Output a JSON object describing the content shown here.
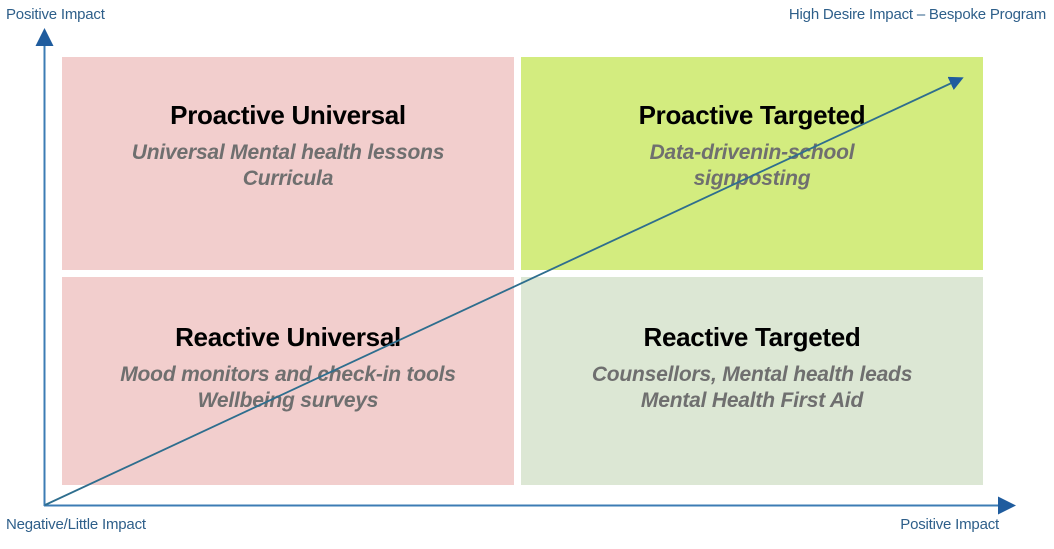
{
  "diagram": {
    "title_label": "High Desire Impact – Bespoke Program",
    "axes": {
      "y_top_label": "Positive Impact",
      "x_left_label": "Negative/Little Impact",
      "x_right_label": "Positive Impact",
      "axis_color": "#2E75B6",
      "diagonal_arrow_color": "#2E6E8E"
    },
    "quadrants": [
      {
        "id": "proactive-universal",
        "title": "Proactive Universal",
        "description": "Universal Mental health lessons Curricula",
        "description_lines": [
          "Universal Mental health lessons",
          "Curricula"
        ],
        "fill": "#F2CECD",
        "position": "top-left"
      },
      {
        "id": "proactive-targeted",
        "title": "Proactive Targeted",
        "description": "Data-drivenin-school signposting",
        "description_lines": [
          "Data-drivenin-school",
          "signposting"
        ],
        "fill": "#D3EC7F",
        "position": "top-right"
      },
      {
        "id": "reactive-universal",
        "title": "Reactive Universal",
        "description": "Mood monitors and check-in tools Wellbeing surveys",
        "description_lines": [
          "Mood monitors and check-in tools",
          "Wellbeing surveys"
        ],
        "fill": "#F2CECD",
        "position": "bottom-left"
      },
      {
        "id": "reactive-targeted",
        "title": "Reactive Targeted",
        "description": "Counsellors, Mental health leads Mental Health First Aid",
        "description_lines": [
          "Counsellors, Mental health leads",
          "Mental Health First Aid"
        ],
        "fill": "#DCE7D4",
        "position": "bottom-right"
      }
    ],
    "colors": {
      "title_text": "#000000",
      "description_text": "#6F6F6F",
      "label_text": "#2E5F8A",
      "background": "#FFFFFF"
    }
  }
}
